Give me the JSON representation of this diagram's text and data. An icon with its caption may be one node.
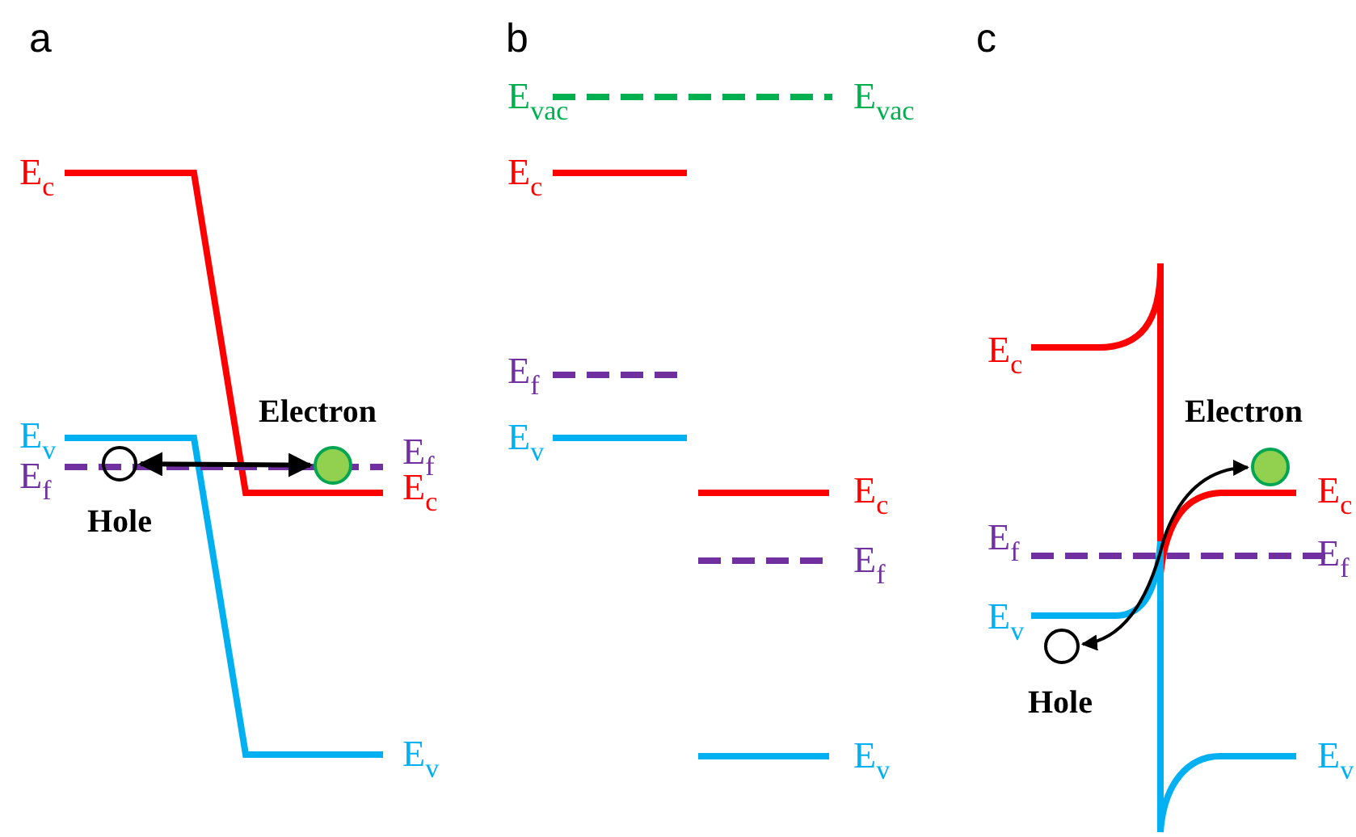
{
  "diagram": {
    "nodes": [
      {
        "text": [],
        "shape": "circle",
        "beside": [
          "Hole"
        ]
      },
      {
        "text": [],
        "shape": "circle",
        "beside": [
          "Electron"
        ]
      },
      {
        "text": [],
        "shape": "circle",
        "beside": [
          "Electron"
        ]
      },
      {
        "text": [],
        "shape": "circle",
        "beside": [
          "Hole"
        ]
      }
    ],
    "edges": [
      {
        "from": 0,
        "to": 1,
        "arrow": "both"
      },
      {
        "from": null,
        "to": 2,
        "arrow": "to"
      },
      {
        "from": null,
        "to": 3,
        "arrow": "to"
      }
    ],
    "labels": [
      "a",
      "b",
      "c",
      "E$_{c}$",
      "E$_{v}$",
      "E$_{f}$",
      "E$_{f}$",
      "E$_{c}$",
      "E$_{v}$",
      "E$_{vac}$",
      "E$_{vac}$",
      "E$_{c}$",
      "E$_{f}$",
      "E$_{v}$",
      "E$_{c}$",
      "E$_{f}$",
      "E$_{v}$",
      "E$_{c}$",
      "E$_{c}$",
      "E$_{f}$",
      "E$_{f}$",
      "E$_{v}$",
      "E$_{v}$"
    ]
  }
}
